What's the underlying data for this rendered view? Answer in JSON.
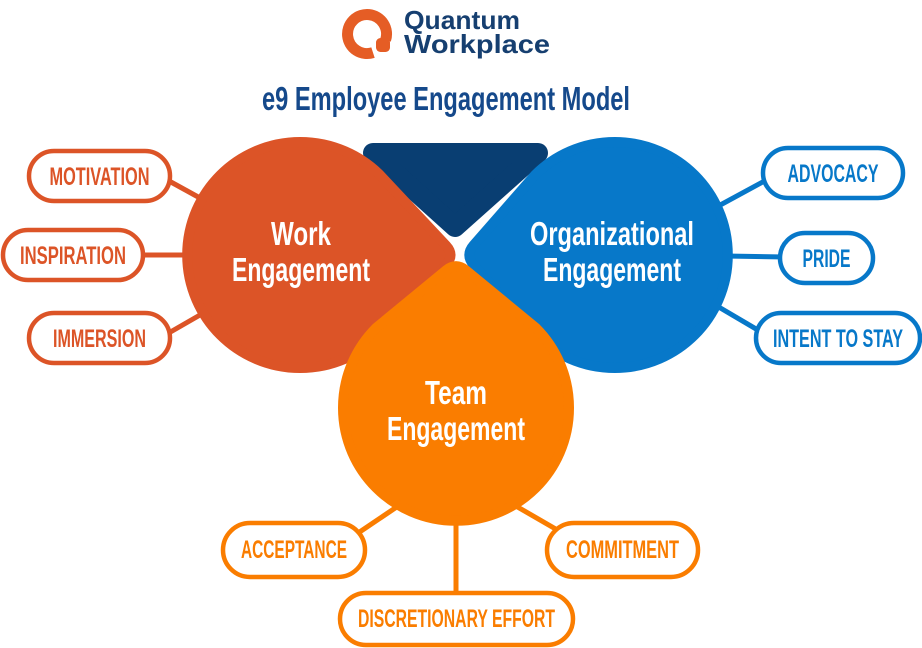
{
  "logo": {
    "icon": "quantum-q-icon",
    "brand_line1": "Quantum",
    "brand_line2": "Workplace"
  },
  "title": "e9 Employee Engagement Model",
  "colors": {
    "logo_orange": "#E55D25",
    "logo_navy": "#163F70",
    "title_navy": "#15498B",
    "triangle_navy": "#093E72",
    "work_orange": "#DC5427",
    "organizational_blue": "#0778C9",
    "team_orange": "#FA7D00",
    "label_white": "#FFFFFF"
  },
  "model": {
    "petals": [
      {
        "id": "work",
        "label_line1": "Work",
        "label_line2": "Engagement",
        "color": "#DC5427",
        "drivers": [
          "MOTIVATION",
          "INSPIRATION",
          "IMMERSION"
        ]
      },
      {
        "id": "organizational",
        "label_line1": "Organizational",
        "label_line2": "Engagement",
        "color": "#0778C9",
        "drivers": [
          "ADVOCACY",
          "PRIDE",
          "INTENT TO STAY"
        ]
      },
      {
        "id": "team",
        "label_line1": "Team",
        "label_line2": "Engagement",
        "color": "#FA7D00",
        "drivers": [
          "ACCEPTANCE",
          "DISCRETIONARY EFFORT",
          "COMMITMENT"
        ]
      }
    ]
  }
}
